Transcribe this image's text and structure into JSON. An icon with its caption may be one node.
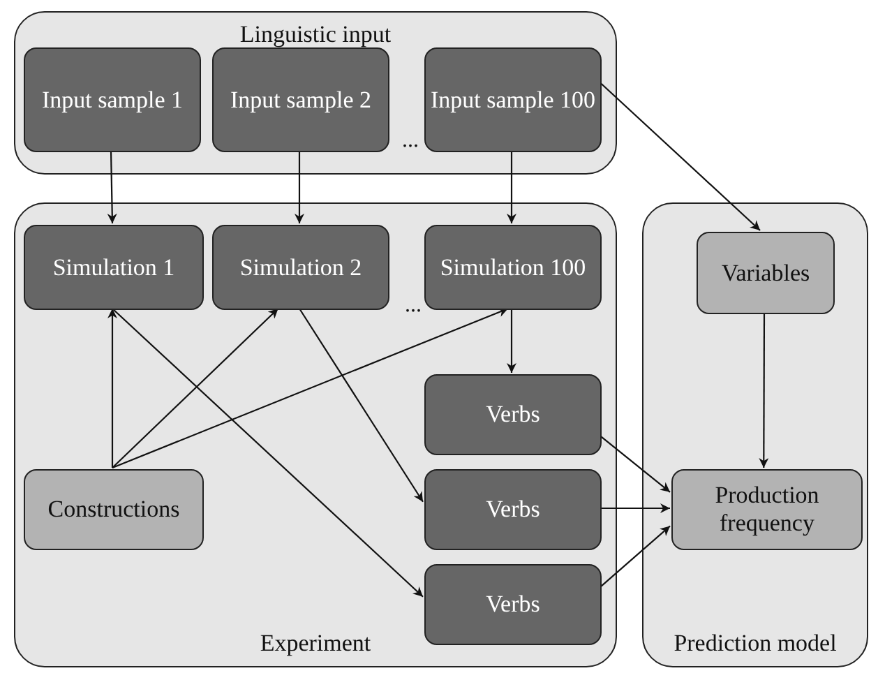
{
  "diagram": {
    "nodes": [
      {
        "text": [
          "Linguistic input"
        ]
      },
      {
        "text": [
          "Input sample 1"
        ],
        "in": 0
      },
      {
        "text": [
          "Input sample 2"
        ],
        "in": 0
      },
      {
        "text": [
          "Input sample 100"
        ],
        "in": 0
      },
      {
        "text": [
          "Experiment"
        ]
      },
      {
        "text": [
          "Simulation 1"
        ],
        "in": 4
      },
      {
        "text": [
          "Simulation 2"
        ],
        "in": 4
      },
      {
        "text": [
          "Simulation 100"
        ],
        "in": 4
      },
      {
        "text": [
          "Verbs"
        ],
        "in": 4
      },
      {
        "text": [
          "Constructions"
        ],
        "in": 4
      },
      {
        "text": [
          "Verbs"
        ],
        "in": 4
      },
      {
        "text": [
          "Verbs"
        ],
        "in": 4
      },
      {
        "text": [
          "Prediction model"
        ]
      },
      {
        "text": [
          "Variables"
        ],
        "in": 12
      },
      {
        "text": [
          "Production frequency"
        ],
        "in": 12
      }
    ],
    "edges": [
      {
        "from": 1,
        "to": 5,
        "arrow": "to"
      },
      {
        "from": 2,
        "to": 6,
        "arrow": "to"
      },
      {
        "from": 3,
        "to": 7,
        "arrow": "to"
      },
      {
        "from": 3,
        "to": 13,
        "arrow": "to"
      },
      {
        "from": 9,
        "to": 5,
        "arrow": "to"
      },
      {
        "from": 9,
        "to": 6,
        "arrow": "to"
      },
      {
        "from": 9,
        "to": 7,
        "arrow": "to"
      },
      {
        "from": 5,
        "to": 11,
        "arrow": "to"
      },
      {
        "from": 6,
        "to": 10,
        "arrow": "to"
      },
      {
        "from": 7,
        "to": 8,
        "arrow": "to"
      },
      {
        "from": 8,
        "to": 14,
        "arrow": "to"
      },
      {
        "from": 10,
        "to": 14,
        "arrow": "to"
      },
      {
        "from": 11,
        "to": 14,
        "arrow": "to"
      },
      {
        "from": 13,
        "to": 14,
        "arrow": "to"
      }
    ],
    "labels": [
      "...",
      "..."
    ]
  }
}
